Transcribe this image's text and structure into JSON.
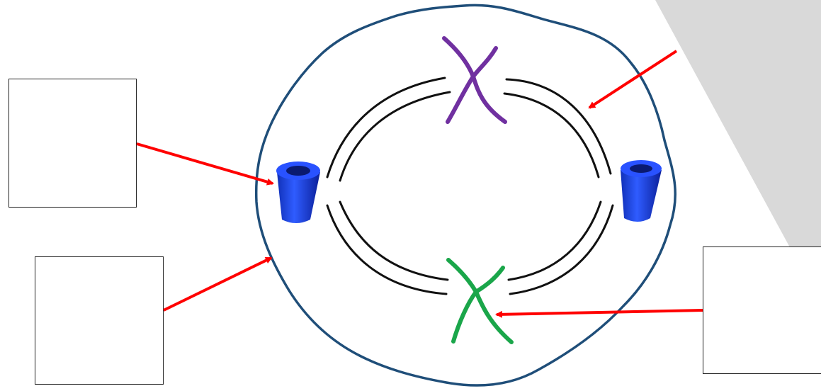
{
  "colors": {
    "background": "#ffffff",
    "gray_panel": "#d9d9d9",
    "cell_membrane": "#1f4e79",
    "spindle_fibers": "#111111",
    "centriole": "#1f3fd6",
    "upper_chromosome": "#7030a0",
    "lower_chromosome": "#1aa64a",
    "pointer_arrows": "#ff0000",
    "label_box_border": "#222222"
  },
  "diagram": {
    "label_boxes": [
      {
        "id": "top-left",
        "text": ""
      },
      {
        "id": "bottom-left",
        "text": ""
      },
      {
        "id": "right",
        "text": ""
      }
    ],
    "icons": [
      "centriole-icon",
      "chromosome-icon"
    ]
  }
}
